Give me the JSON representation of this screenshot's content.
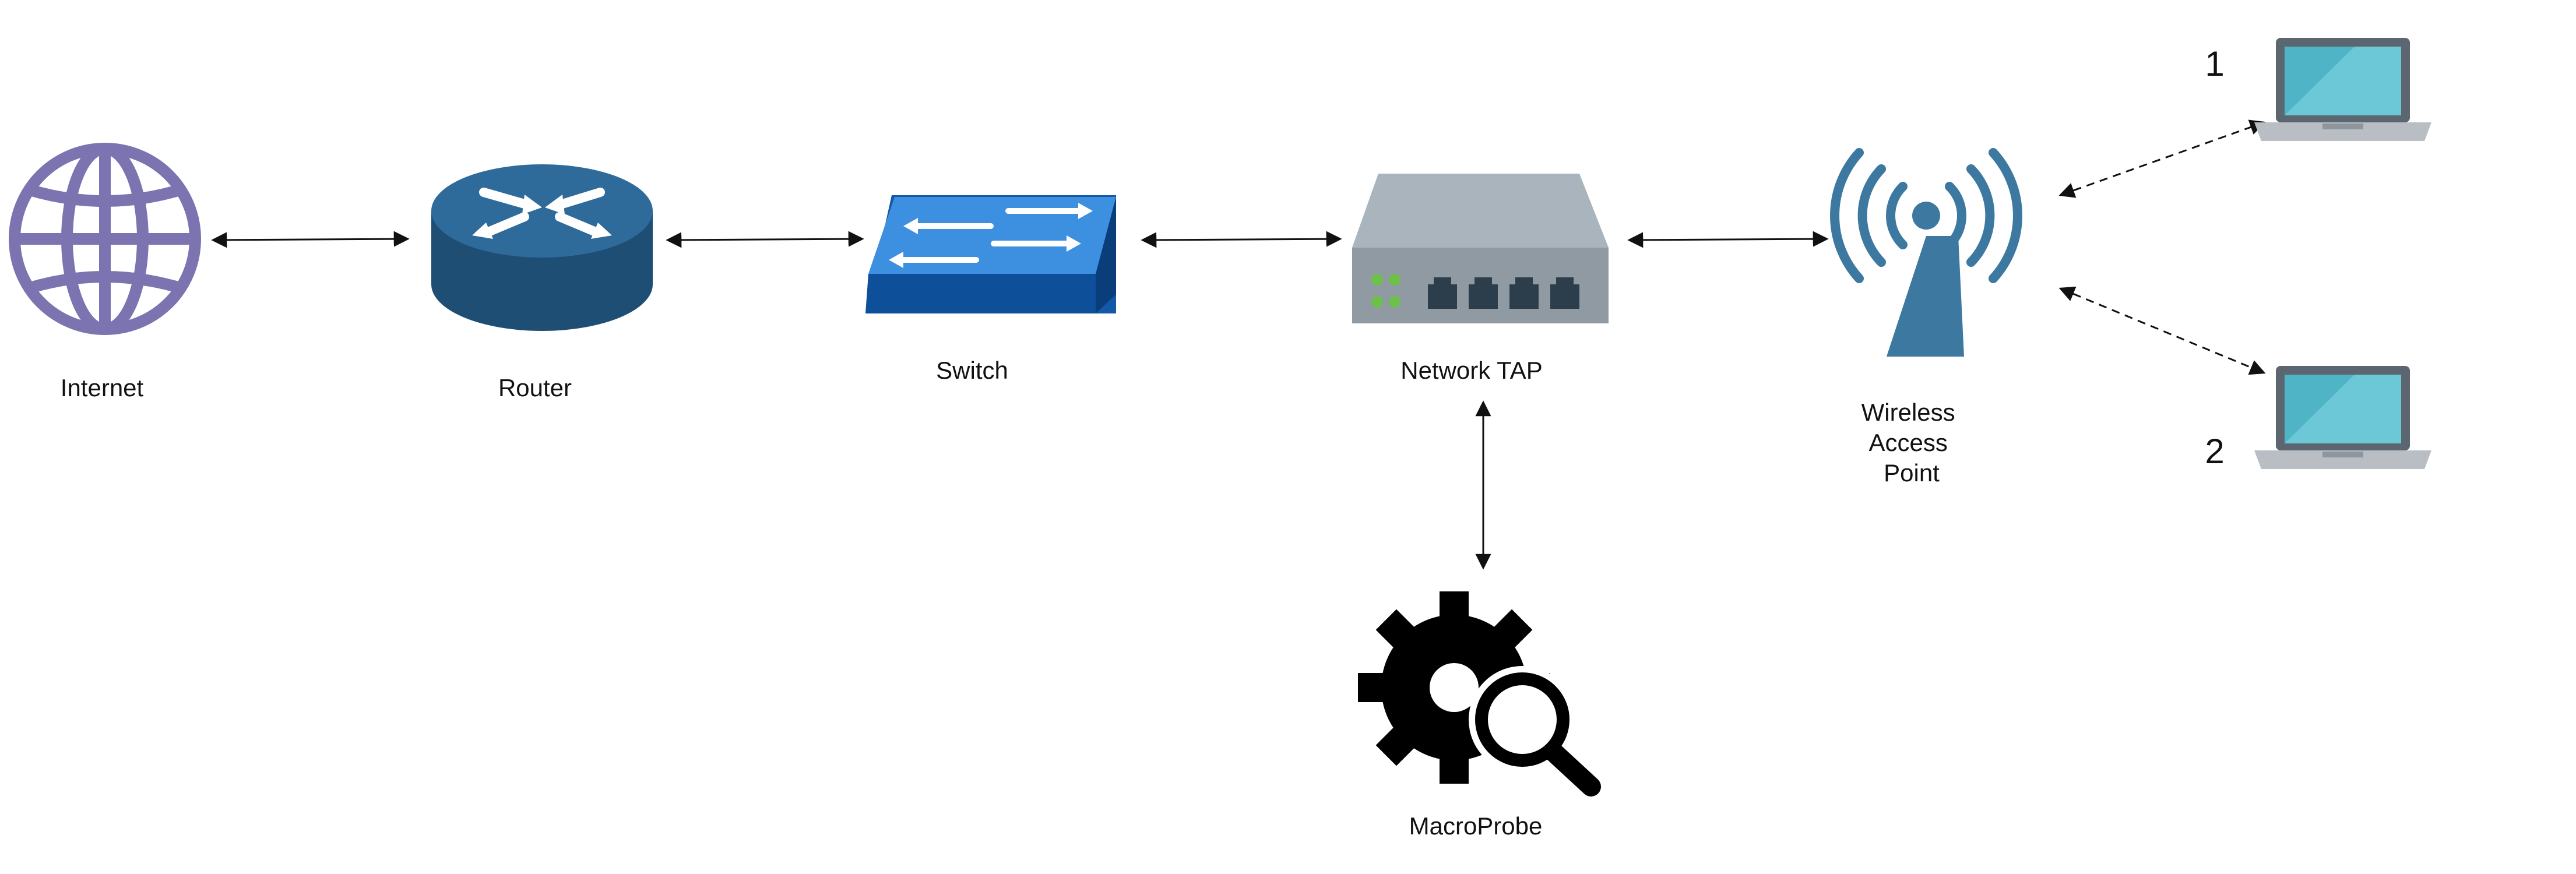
{
  "nodes": {
    "internet": {
      "label": "Internet",
      "icon": "globe-icon",
      "color": "#7B74B0"
    },
    "router": {
      "label": "Router",
      "icon": "router-icon",
      "color": "#2F5E86"
    },
    "switch": {
      "label": "Switch",
      "icon": "switch-icon",
      "color": "#1F6FC4"
    },
    "network_tap": {
      "label": "Network TAP",
      "icon": "network-tap-icon",
      "color": "#9BA6AE"
    },
    "wireless_access_point": {
      "label_lines": [
        "Wireless",
        "Access",
        "Point"
      ],
      "icon": "wireless-access-point-icon",
      "color": "#3C78A0"
    },
    "laptop_1": {
      "number": "1",
      "icon": "laptop-icon",
      "color": "#4FB4C6"
    },
    "laptop_2": {
      "number": "2",
      "icon": "laptop-icon",
      "color": "#4FB4C6"
    },
    "macroprobe": {
      "label": "MacroProbe",
      "icon": "gear-magnifier-icon",
      "color": "#000000"
    }
  },
  "connections": [
    {
      "from": "internet",
      "to": "router",
      "style": "solid"
    },
    {
      "from": "router",
      "to": "switch",
      "style": "solid"
    },
    {
      "from": "switch",
      "to": "network_tap",
      "style": "solid"
    },
    {
      "from": "network_tap",
      "to": "wireless_access_point",
      "style": "solid"
    },
    {
      "from": "network_tap",
      "to": "macroprobe",
      "style": "solid"
    },
    {
      "from": "wireless_access_point",
      "to": "laptop_1",
      "style": "dashed"
    },
    {
      "from": "wireless_access_point",
      "to": "laptop_2",
      "style": "dashed"
    }
  ]
}
